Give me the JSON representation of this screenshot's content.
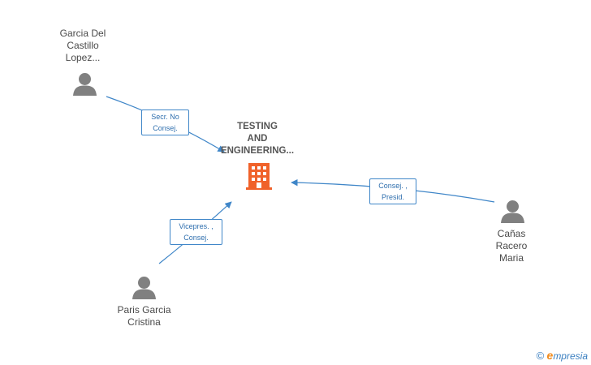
{
  "company": {
    "name": "TESTING\nAND\nENGINEERING...",
    "icon": "building-icon",
    "color": "#f0622a"
  },
  "people": [
    {
      "id": "garcia",
      "name": "Garcia Del\nCastillo\nLopez...",
      "icon": "person-icon"
    },
    {
      "id": "paris",
      "name": "Paris Garcia\nCristina",
      "icon": "person-icon"
    },
    {
      "id": "canas",
      "name": "Cañas\nRacero\nMaria",
      "icon": "person-icon"
    }
  ],
  "relations": [
    {
      "from": "garcia",
      "label": "Secr.  No\nConsej."
    },
    {
      "from": "paris",
      "label": "Vicepres. ,\nConsej."
    },
    {
      "from": "canas",
      "label": "Consej. ,\nPresid."
    }
  ],
  "brand": {
    "copyright": "©",
    "e": "e",
    "rest": "mpresia"
  },
  "colors": {
    "edge": "#3f86c8",
    "person": "#808080"
  }
}
